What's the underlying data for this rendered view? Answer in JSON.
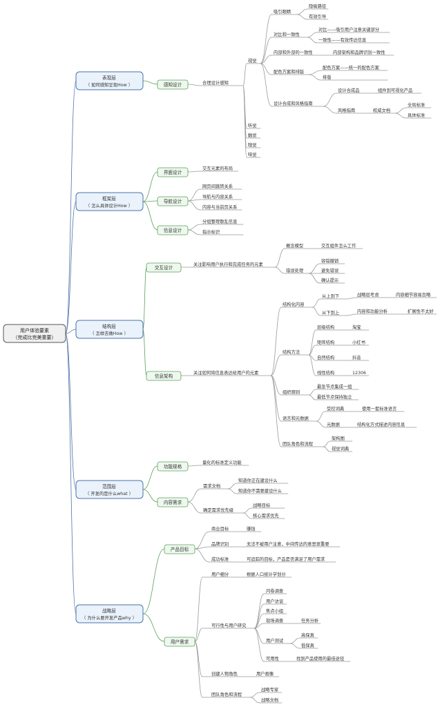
{
  "root": {
    "line1": "用户体验要素",
    "line2": "（完成比完美重要）"
  },
  "layers": [
    {
      "title": "表现层",
      "subtitle": "（ 如何感知呈现How ）",
      "branches": [
        {
          "label": "感知设计",
          "child": "合理设计感知",
          "senses": [
            {
              "label": "视觉",
              "items": [
                {
                  "label": "吸引眼睛",
                  "children": [
                    "隐喻路径",
                    "有效引导"
                  ]
                },
                {
                  "label": "对比和一致性",
                  "children": [
                    "对比——吸引用户注意关键部分",
                    "一致性——有效传达信息"
                  ]
                },
                {
                  "label": "内部和外部的一致性",
                  "children": [
                    "内部架构和品牌识别一致性"
                  ]
                },
                {
                  "label": "配色方案和排版",
                  "children": [
                    "配色方案——统一的配色方案",
                    "排版"
                  ]
                },
                {
                  "label": "设计合成和风格指南",
                  "children": [
                    "设计合成品",
                    "组件到可视化产品",
                    "风格指南",
                    "权威文档",
                    "全局标准",
                    "具体标准"
                  ]
                }
              ]
            },
            {
              "label": "听觉"
            },
            {
              "label": "触觉"
            },
            {
              "label": "嗅觉"
            },
            {
              "label": "味觉"
            }
          ]
        }
      ]
    },
    {
      "title": "框架层",
      "subtitle": "（ 怎么具体设计How ）",
      "branches": [
        {
          "label": "界面设计",
          "children": [
            "交互元素的布局"
          ]
        },
        {
          "label": "导航设计",
          "children": [
            "网页间跳转关系",
            "导航与内容关系",
            "内容与当前页关系"
          ]
        },
        {
          "label": "信息设计",
          "children": [
            "分组整理散乱信息",
            "指示标识"
          ]
        }
      ]
    },
    {
      "title": "结构层",
      "subtitle": "（ 怎样去做How ）",
      "branches": [
        {
          "label": "交互设计",
          "child": "关注影响用户执行和完成任务的元素",
          "items": [
            {
              "label": "概念模型",
              "children": [
                "交互组件怎么工作"
              ]
            },
            {
              "label": "错误处理",
              "children": [
                "容错撤销",
                "避免错误",
                "确认提示"
              ]
            }
          ]
        },
        {
          "label": "信息架构",
          "child": "关注如何将信息表达给用户的元素",
          "items": [
            {
              "label": "结构化内容",
              "children": [
                "从上到下",
                "战略层考虑",
                "内容细节容易忽略",
                "从下到上",
                "内容和功能分析",
                "扩展性不太好"
              ]
            },
            {
              "label": "结构方法",
              "children": [
                "层级结构",
                "淘宝",
                "矩阵结构",
                "小红书",
                "自然结构",
                "抖音",
                "线性结构",
                "12306"
              ]
            },
            {
              "label": "组织原则",
              "children": [
                "最急节点集成一组",
                "最低节点保持独立"
              ]
            },
            {
              "label": "语言和元数据",
              "children": [
                "受控词典",
                "使用一套标准语言",
                "元数据",
                "结构化方式描述内容信息"
              ]
            },
            {
              "label": "团队角色和流程",
              "children": [
                "架构图",
                "视觉词典"
              ]
            }
          ]
        }
      ]
    },
    {
      "title": "范围层",
      "subtitle": "（ 开发的是什么what ）",
      "branches": [
        {
          "label": "功能规格",
          "children": [
            "量化的标准定义功能"
          ]
        },
        {
          "label": "内容需求",
          "items": [
            {
              "label": "需求文档",
              "children": [
                "知道你正在建设什么",
                "知道你不需要建设什么"
              ]
            },
            {
              "label": "确定需求优先级",
              "children": [
                "战略目标",
                "核心需求优先"
              ]
            }
          ]
        }
      ]
    },
    {
      "title": "战略层",
      "subtitle": "（ 为什么要开发产品why ）",
      "branches": [
        {
          "label": "产品目标",
          "items": [
            {
              "label": "商业目标",
              "children": [
                "赚钱"
              ]
            },
            {
              "label": "品牌识别",
              "children": [
                "无法不被用户注意，中间传达的意思很重要"
              ]
            },
            {
              "label": "成功标准",
              "children": [
                "可追踪的目标，产品是否满足了用户需求"
              ]
            }
          ]
        },
        {
          "label": "用户需求",
          "items": [
            {
              "label": "用户细分",
              "children": [
                "根据人口统计学划分"
              ]
            },
            {
              "label": "可行性与用户研究",
              "children": [
                "问卷调查",
                "用户访谈",
                "焦点小组",
                "现场调查",
                "任务分析",
                "用户测试",
                "高保真",
                "低保真",
                "可用性",
                "找到产品使用的最佳途径"
              ]
            },
            {
              "label": "创建人物角色",
              "children": [
                "用户画像"
              ]
            },
            {
              "label": "团队角色和流程",
              "children": [
                "战略专家",
                "战略文档"
              ]
            }
          ]
        }
      ]
    }
  ]
}
